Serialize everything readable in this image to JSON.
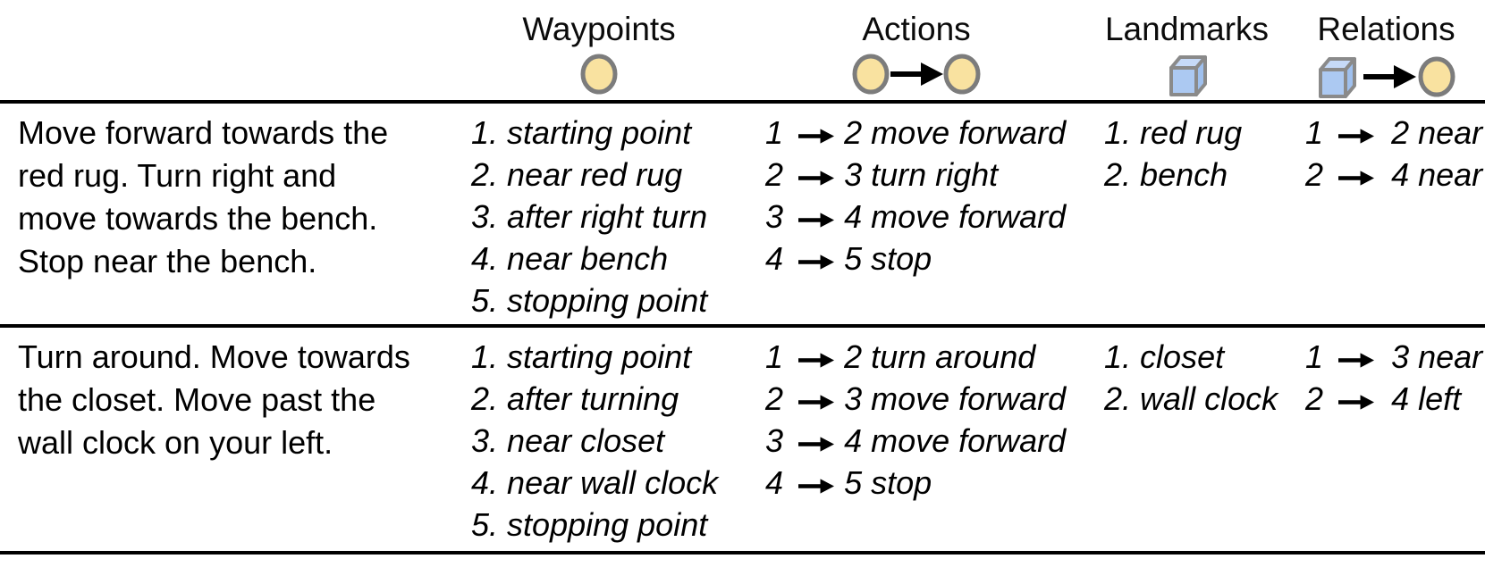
{
  "table": {
    "headers": [
      {
        "label": "Waypoints",
        "icon": "waypoint-circle-icon"
      },
      {
        "label": "Actions",
        "icon": "waypoint-arrow-waypoint-icon"
      },
      {
        "label": "Landmarks",
        "icon": "landmark-cube-icon"
      },
      {
        "label": "Relations",
        "icon": "cube-arrow-waypoint-icon"
      }
    ],
    "rows": [
      {
        "instruction_lines": [
          "Move forward towards the",
          "red rug. Turn right and",
          "move towards the bench.",
          "Stop near the bench."
        ],
        "waypoints": [
          {
            "num": "1.",
            "label": "starting point"
          },
          {
            "num": "2.",
            "label": "near red rug"
          },
          {
            "num": "3.",
            "label": "after right turn"
          },
          {
            "num": "4.",
            "label": "near bench"
          },
          {
            "num": "5.",
            "label": "stopping point"
          }
        ],
        "actions": [
          {
            "from": "1",
            "to": "2",
            "label": "move forward"
          },
          {
            "from": "2",
            "to": "3",
            "label": "turn right"
          },
          {
            "from": "3",
            "to": "4",
            "label": "move forward"
          },
          {
            "from": "4",
            "to": "5",
            "label": "stop"
          }
        ],
        "landmarks": [
          {
            "num": "1.",
            "label": "red rug"
          },
          {
            "num": "2.",
            "label": "bench"
          }
        ],
        "relations": [
          {
            "from": "1",
            "to": "2",
            "label": "near"
          },
          {
            "from": "2",
            "to": "4",
            "label": "near"
          }
        ]
      },
      {
        "instruction_lines": [
          "Turn around. Move towards",
          "the closet. Move past the",
          "wall clock on your left."
        ],
        "waypoints": [
          {
            "num": "1.",
            "label": "starting point"
          },
          {
            "num": "2.",
            "label": "after turning"
          },
          {
            "num": "3.",
            "label": "near closet"
          },
          {
            "num": "4.",
            "label": "near wall clock"
          },
          {
            "num": "5.",
            "label": "stopping point"
          }
        ],
        "actions": [
          {
            "from": "1",
            "to": "2",
            "label": "turn around"
          },
          {
            "from": "2",
            "to": "3",
            "label": "move forward"
          },
          {
            "from": "3",
            "to": "4",
            "label": "move forward"
          },
          {
            "from": "4",
            "to": "5",
            "label": "stop"
          }
        ],
        "landmarks": [
          {
            "num": "1.",
            "label": "closet"
          },
          {
            "num": "2.",
            "label": "wall clock"
          }
        ],
        "relations": [
          {
            "from": "1",
            "to": "3",
            "label": "near"
          },
          {
            "from": "2",
            "to": "4",
            "label": "left"
          }
        ]
      }
    ]
  },
  "colors": {
    "node_fill": "#F9E2A0",
    "node_stroke": "#7C7C7C",
    "cube_front": "#ACC9F2",
    "cube_top": "#C6DAF8",
    "cube_side": "#9FC0EE",
    "cube_stroke": "#8A8A8A",
    "arrow": "#000000",
    "rule_line": "#000000",
    "text": "#000000"
  }
}
